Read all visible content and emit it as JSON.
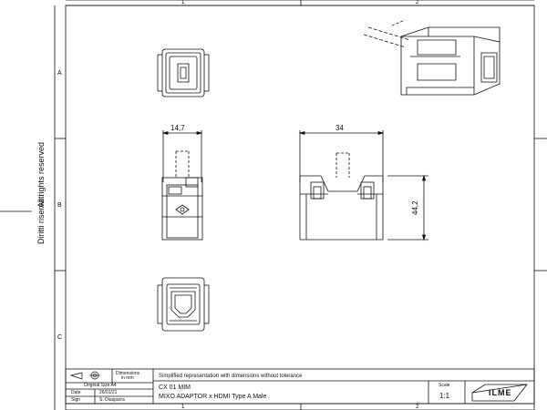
{
  "border": {
    "columns": [
      "1",
      "2"
    ],
    "rows": [
      "A",
      "B",
      "C"
    ]
  },
  "side_notes": {
    "rights_reserved": "All rights reserved",
    "riservati": "Diritti riservati"
  },
  "dimensions": {
    "front_width": "14,7",
    "side_width": "34",
    "side_height": "44,2"
  },
  "title_block": {
    "dimensions_label": "Dimensions",
    "dimensions_unit": "in mm",
    "note": "Simplified representation with dimensions without tolerance",
    "original_size": "Original Size A4",
    "date_label": "Date",
    "date_value": "26/01/21",
    "sign_label": "Sign",
    "sign_value": "S. Diasparra",
    "code": "CX 01 MIM",
    "description": "MIXO ADAPTOR x HDMI Type A Male",
    "scale_label": "Scale",
    "scale_value": "1:1",
    "logo_text": "ILME"
  }
}
